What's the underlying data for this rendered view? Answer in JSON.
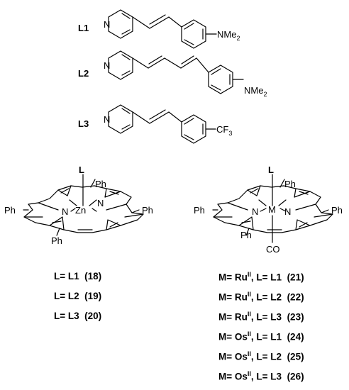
{
  "ligands": [
    {
      "label": "L1",
      "n": "N",
      "substituent": "NMe",
      "sub_digit": "2"
    },
    {
      "label": "L2",
      "n": "N",
      "substituent": "NMe",
      "sub_digit": "2"
    },
    {
      "label": "L3",
      "n": "N",
      "substituent": "CF",
      "sub_digit": "3"
    }
  ],
  "zn_porphyrin": {
    "axial": "L",
    "metal": "Zn",
    "n": "N",
    "ph_top": "Ph",
    "ph_left": "Ph",
    "ph_right": "Ph",
    "ph_bottom": "Ph"
  },
  "m_porphyrin": {
    "axial": "L",
    "metal": "M",
    "n": "N",
    "ph_top": "Ph",
    "ph_left": "Ph",
    "ph_right": "Ph",
    "ph_bottom": "Ph",
    "co": "CO"
  },
  "zn_compounds": [
    {
      "text": "L= L1",
      "num": "(18)"
    },
    {
      "text": "L= L2",
      "num": "(19)"
    },
    {
      "text": "L= L3",
      "num": "(20)"
    }
  ],
  "m_compounds": [
    {
      "m": "M= Ru",
      "ox": "II",
      "l": ", L= L1",
      "num": "(21)"
    },
    {
      "m": "M= Ru",
      "ox": "II",
      "l": ", L= L2",
      "num": "(22)"
    },
    {
      "m": "M= Ru",
      "ox": "II",
      "l": ", L= L3",
      "num": "(23)"
    },
    {
      "m": "M= Os",
      "ox": "II",
      "l": ", L= L1",
      "num": "(24)"
    },
    {
      "m": "M= Os",
      "ox": "II",
      "l": ", L= L2",
      "num": "(25)"
    },
    {
      "m": "M= Os",
      "ox": "II",
      "l": ", L= L3",
      "num": "(26)"
    }
  ]
}
